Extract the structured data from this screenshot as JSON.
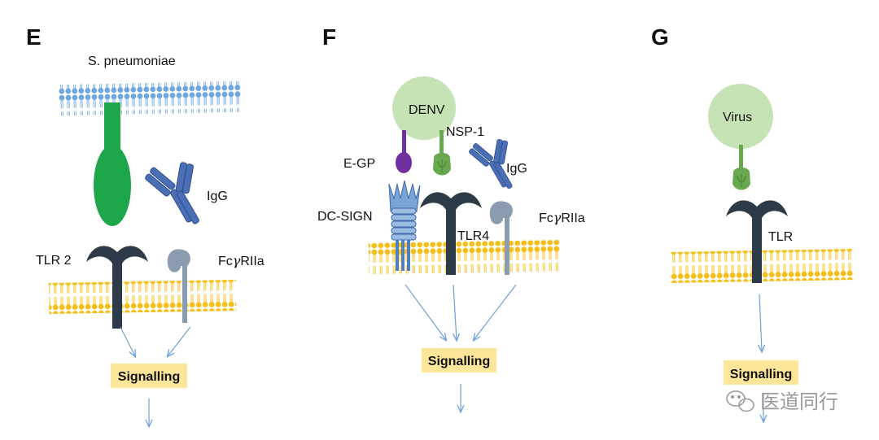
{
  "panels": [
    {
      "letter": "E"
    },
    {
      "letter": "F"
    },
    {
      "letter": "G"
    }
  ],
  "labels": {
    "s_pneumoniae": "S. pneumoniae",
    "igg_e": "IgG",
    "tlr2": "TLR 2",
    "fcgr_e_prefix": "Fc",
    "fcgr_e_greek": "γ",
    "fcgr_e_suffix": "RIIa",
    "denv": "DENV",
    "nsp1": "NSP-1",
    "egp": "E-GP",
    "igg_f": "IgG",
    "dcsign": "DC-SIGN",
    "tlr4": "TLR4",
    "fcgr_f_prefix": "Fc",
    "fcgr_f_greek": "γ",
    "fcgr_f_suffix": "RIIa",
    "virus": "Virus",
    "tlr": "TLR"
  },
  "signalling": [
    "Signalling",
    "Signalling",
    "Signalling"
  ],
  "watermark": "医道同行",
  "colors": {
    "bacterial_membrane": "#6fa6dc",
    "host_membrane": "#f3bf1a",
    "ligand_green": "#1ea64b",
    "antibody_blue": "#4a6fb5",
    "tlr_dark": "#2d3a48",
    "fcgr_grey": "#8b9bb0",
    "virus_green": "#c6e3b5",
    "nsp_green": "#6aa84f",
    "egp_purple": "#7030a0",
    "dcsign_blue": "#4f7fbf",
    "signal_box": "#fde59a",
    "arrow_blue": "#6fa0d8"
  },
  "icons": [
    "cell-membrane",
    "tlr-receptor",
    "antibody-y",
    "fc-receptor",
    "virus-particle",
    "wechat-logo-icon"
  ]
}
